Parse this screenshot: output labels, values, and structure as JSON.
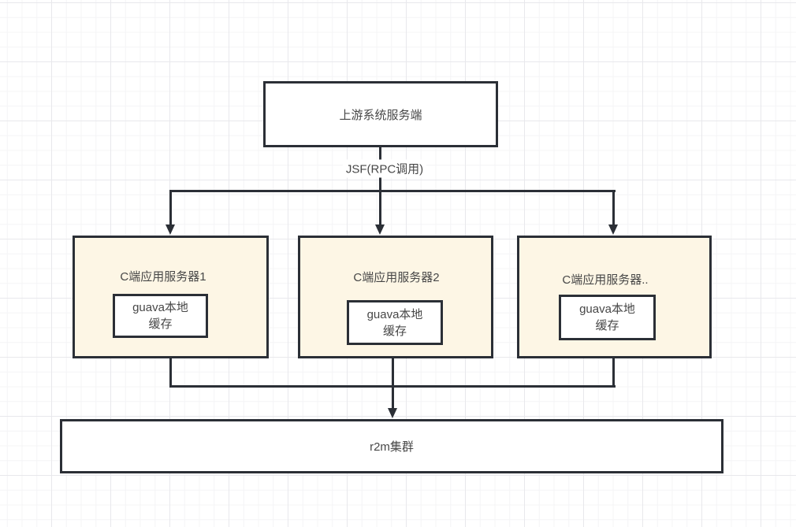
{
  "canvas": {
    "type": "diagram-grid-canvas"
  },
  "nodes": {
    "upstream_server": {
      "label": "上游系统服务端"
    },
    "app_server_1": {
      "label": "C端应用服务器1",
      "cache_line1": "guava本地",
      "cache_line2": "缓存"
    },
    "app_server_2": {
      "label": "C端应用服务器2",
      "cache_line1": "guava本地",
      "cache_line2": "缓存"
    },
    "app_server_3": {
      "label": "C端应用服务器..",
      "cache_line1": "guava本地",
      "cache_line2": "缓存"
    },
    "r2m_cluster": {
      "label": "r2m集群"
    }
  },
  "edges": {
    "rpc_call_label": "JSF(RPC调用)"
  },
  "colors": {
    "stroke": "#2b2f36",
    "cream_fill": "#fdf6e5",
    "white_fill": "#ffffff",
    "text": "#474747",
    "grid_minor": "#f4f4f6",
    "grid_major": "#e8e8ec"
  }
}
